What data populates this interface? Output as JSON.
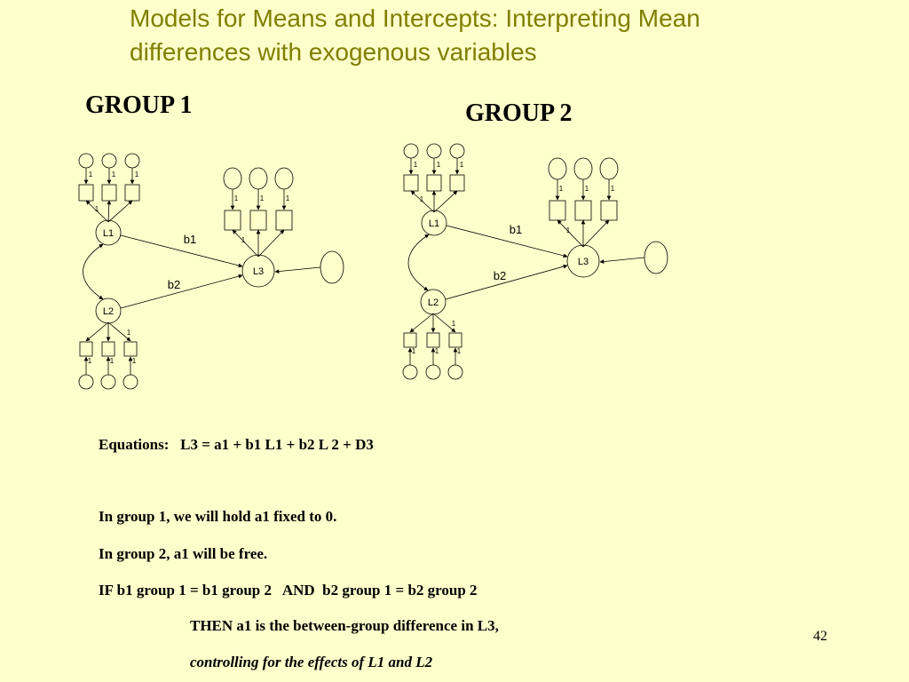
{
  "slide": {
    "title_line1": "Models for Means and Intercepts: Interpreting Mean",
    "title_line2": "differences with exogenous variables",
    "number": "42"
  },
  "groups": [
    {
      "label": "GROUP 1"
    },
    {
      "label": "GROUP 2"
    }
  ],
  "diagram": {
    "latent_labels": [
      "L1",
      "L2",
      "L3"
    ],
    "path_labels": [
      "b1",
      "b2"
    ],
    "loading_label": "1"
  },
  "text": {
    "equations_prefix": "Equations:",
    "equation": "L3 = a1 + b1 L1 + b2 L 2 + D3",
    "line1": "In group 1, we will hold a1 fixed to 0.",
    "line2": "In group 2, a1 will be free.",
    "line3": "IF b1 group 1 = b1 group 2   AND  b2 group 1 = b2 group 2",
    "line4": "THEN a1 is the between-group difference in L3,",
    "line5": "controlling for the effects of L1 and L2"
  }
}
